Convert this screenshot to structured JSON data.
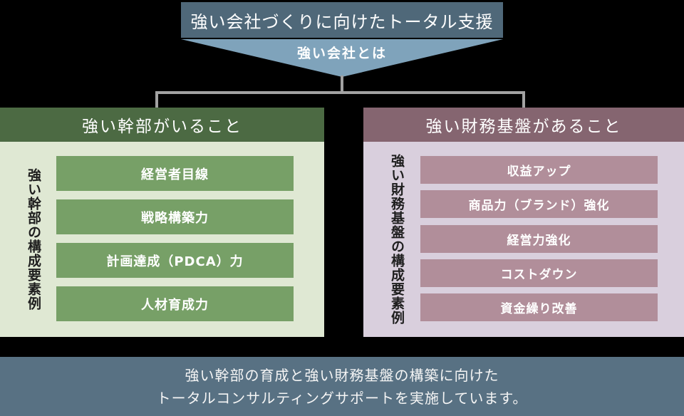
{
  "top_banner": {
    "label": "強い会社づくりに向けたトータル支援"
  },
  "arrow": {
    "label": "強い会社とは"
  },
  "left_branch": {
    "title": "強い幹部がいること",
    "side_label": "強い幹部の構成要素例",
    "items": [
      "経営者目線",
      "戦略構築力",
      "計画達成（PDCA）力",
      "人材育成力"
    ]
  },
  "right_branch": {
    "title": "強い財務基盤があること",
    "side_label": "強い財務基盤の構成要素例",
    "items": [
      "収益アップ",
      "商品力（ブランド）強化",
      "経営力強化",
      "コストダウン",
      "資金繰り改善"
    ]
  },
  "footer": {
    "line1": "強い幹部の育成と強い財務基盤の構築に向けた",
    "line2": "トータルコンサルティングサポートを実施しています。"
  },
  "colors": {
    "background": "#000000",
    "top_banner": "#4f6879",
    "arrow_triangle": "#7fa3bb",
    "connector_line": "#a2a2a2",
    "left_header": "#4c6a43",
    "left_panel": "#dfe8d3",
    "left_item": "#77a067",
    "right_header": "#856570",
    "right_panel": "#d9cfdd",
    "right_item": "#b18e9a",
    "footer": "#587183",
    "text_light": "#ffffff",
    "text_dark": "#1e1e1e"
  }
}
